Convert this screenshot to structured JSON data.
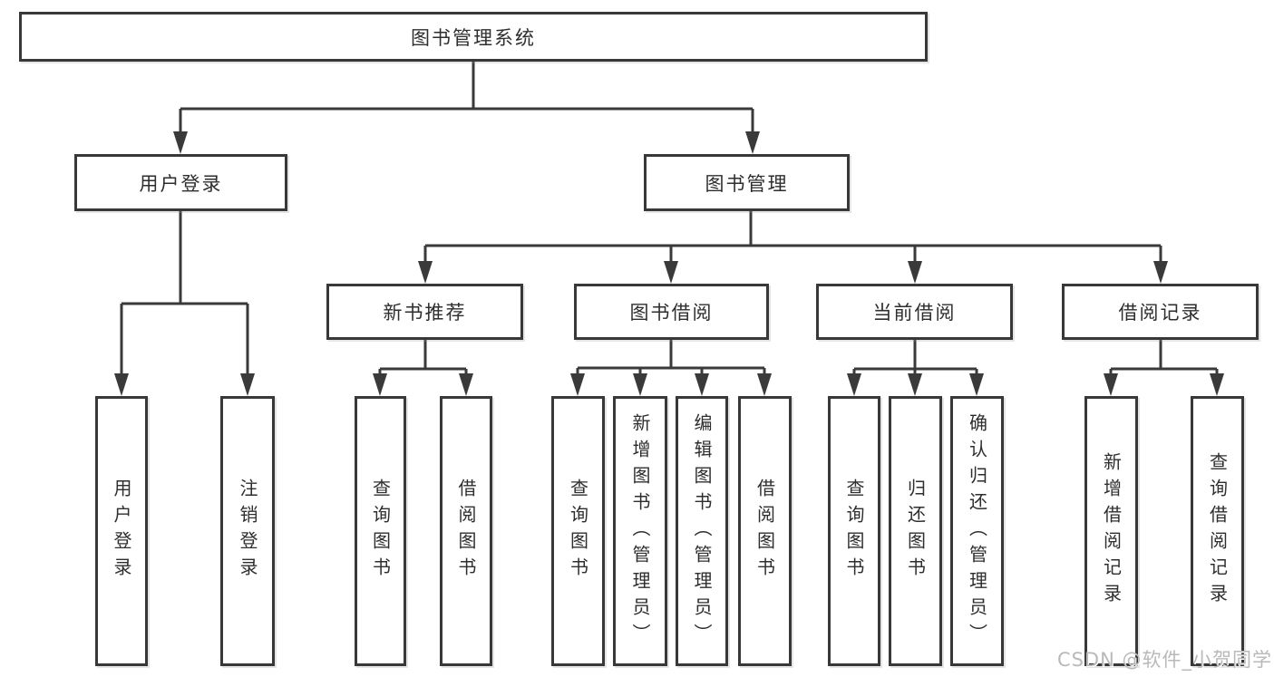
{
  "nodes": {
    "root": {
      "label": "图书管理系统"
    },
    "level2": [
      {
        "label": "用户登录"
      },
      {
        "label": "图书管理"
      }
    ],
    "level3": [
      {
        "label": "新书推荐"
      },
      {
        "label": "图书借阅"
      },
      {
        "label": "当前借阅"
      },
      {
        "label": "借阅记录"
      }
    ],
    "leaves": [
      {
        "label": "用户登录"
      },
      {
        "label": "注销登录"
      },
      {
        "label": "查询图书"
      },
      {
        "label": "借阅图书"
      },
      {
        "label": "查询图书"
      },
      {
        "label": "新增图书（管理员）"
      },
      {
        "label": "编辑图书（管理员）"
      },
      {
        "label": "借阅图书"
      },
      {
        "label": "查询图书"
      },
      {
        "label": "归还图书"
      },
      {
        "label": "确认归还（管理员）"
      },
      {
        "label": "新增借阅记录"
      },
      {
        "label": "查询借阅记录"
      }
    ]
  },
  "watermark": "CSDN @软件_小贺同学",
  "colors": {
    "line": "#3a3a3a",
    "box_border": "#383838",
    "text": "#2e2e2e",
    "watermark": "#b9b9b9",
    "background": "#ffffff"
  }
}
